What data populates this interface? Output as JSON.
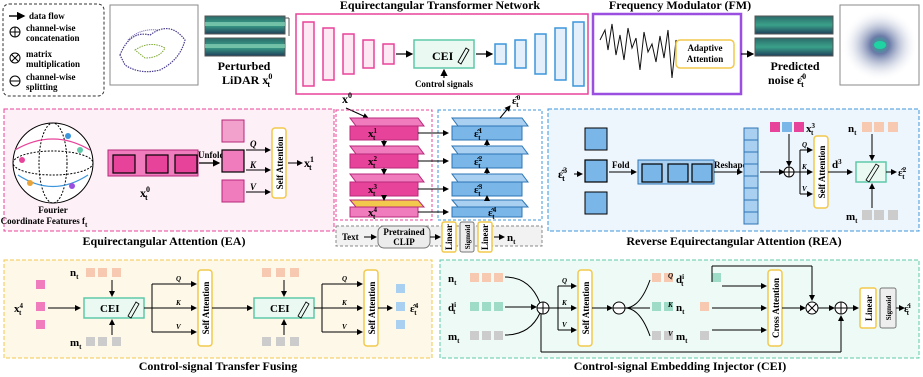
{
  "legend": {
    "items": [
      {
        "icon": "arrow-icon",
        "label": "data flow"
      },
      {
        "icon": "oplus-icon",
        "label": "channel-wise concatenation"
      },
      {
        "icon": "otimes-icon",
        "label": "matrix multiplication"
      },
      {
        "icon": "ominus-icon",
        "label": "channel-wise splitting"
      }
    ]
  },
  "top": {
    "etn_title": "Equirectangular Transformer Network",
    "fm_title": "Frequency Modulator (FM)",
    "perturbed_label": "Perturbed",
    "lidar_label": "LiDAR x",
    "lidar_sup": "0",
    "lidar_sub": "t",
    "cei_label": "CEI",
    "control_signals": "Control signals",
    "adaptive_attention": "Adaptive Attention",
    "predicted_label": "Predicted",
    "noise_label": "noise ε̂",
    "noise_sup": "0",
    "noise_sub": "t",
    "colors": {
      "pink": "#e8439a",
      "blue": "#3d95dc",
      "teal": "#5ec9a9",
      "purple": "#9b4fe0",
      "yellow_border": "#f2c94c"
    }
  },
  "ea": {
    "title": "Equirectangular Attention (EA)",
    "fourier1": "Fourier",
    "fourier2": "Coordinate Features f",
    "fourier_sub": "t",
    "unfold": "Unfold",
    "x0": "x",
    "x0_sup": "0",
    "x0_sub": "t",
    "q": "Q",
    "k": "K",
    "v": "V",
    "self_attention": "Self Attention",
    "out": "x",
    "out_sup": "1",
    "out_sub": "t"
  },
  "center": {
    "x0": "x",
    "x0_sup": "0",
    "x_labels": [
      "x",
      "x",
      "x",
      "x"
    ],
    "x_sups": [
      "1",
      "2",
      "3",
      "4"
    ],
    "eps_labels": [
      "ε̂",
      "ε̂",
      "ε̂",
      "ε̂"
    ],
    "eps_sups": [
      "1",
      "2",
      "3",
      "4"
    ],
    "eps0": "ε̂",
    "eps0_sup": "0",
    "sub": "t",
    "text": "Text",
    "clip": "Pretrained CLIP",
    "linear1": "Linear",
    "sigmoid": "Sigmoid",
    "linear2": "Linear",
    "n": "n",
    "n_sub": "t"
  },
  "rea": {
    "title": "Reverse Equirectangular Attention (REA)",
    "eps3": "ε̂",
    "eps3_sup": "3",
    "eps3_sub": "t",
    "fold": "Fold",
    "reshape": "Reshape",
    "x3": "x",
    "x3_sup": "3",
    "x3_sub": "t",
    "q": "Q",
    "k": "K",
    "v": "V",
    "self_attention": "Self Attention",
    "n": "n",
    "n_sub": "t",
    "d": "d",
    "d_sup": "3",
    "m": "m",
    "m_sub": "t",
    "out": "ε̂",
    "out_sup": "2",
    "out_sub": "t"
  },
  "ctf": {
    "title": "Control-signal Transfer Fusing",
    "x4": "x",
    "x4_sup": "4",
    "x4_sub": "t",
    "n": "n",
    "n_sub": "t",
    "m": "m",
    "m_sub": "t",
    "cei": "CEI",
    "q": "Q",
    "k": "K",
    "v": "V",
    "self_attention": "Self Attention",
    "out": "ε̂",
    "out_sup": "4",
    "out_sub": "t"
  },
  "cei_block": {
    "title": "Control-signal Embedding Injector (CEI)",
    "n": "n",
    "n_sub": "t",
    "d": "d",
    "d_sup": "i",
    "d_sub": "t",
    "m": "m",
    "m_sub": "t",
    "q": "Q",
    "k": "K",
    "v": "V",
    "self_attention": "Self Attention",
    "cross_attention": "Cross Attention",
    "linear": "Linear",
    "sigmoid": "Sigmoid",
    "out": "ε̂",
    "out_sup": "i",
    "out_sub": "t"
  }
}
